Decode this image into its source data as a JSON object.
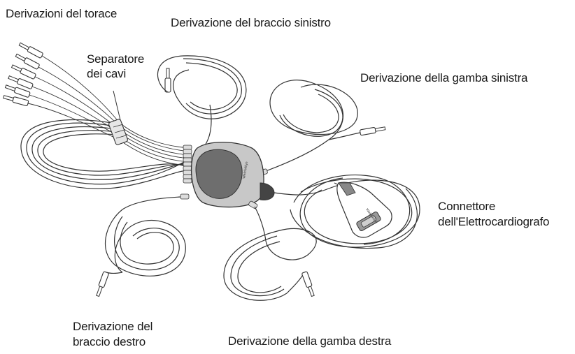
{
  "labels": {
    "chest_leads": "Derivazioni del torace",
    "left_arm_lead": "Derivazione del braccio sinistro",
    "cable_separator_line1": "Separatore",
    "cable_separator_line2": "dei cavi",
    "left_leg_lead": "Derivazione della gamba sinistra",
    "connector_line1": "Connettore",
    "connector_line2": "dell'Elettrocardiografo",
    "right_arm_line1": "Derivazione del",
    "right_arm_line2": "braccio destro",
    "right_leg_lead": "Derivazione della gamba destra"
  },
  "colors": {
    "line": "#333333",
    "hub_dark": "#6e6e6e",
    "hub_light": "#c8c8c8",
    "background": "#ffffff"
  }
}
